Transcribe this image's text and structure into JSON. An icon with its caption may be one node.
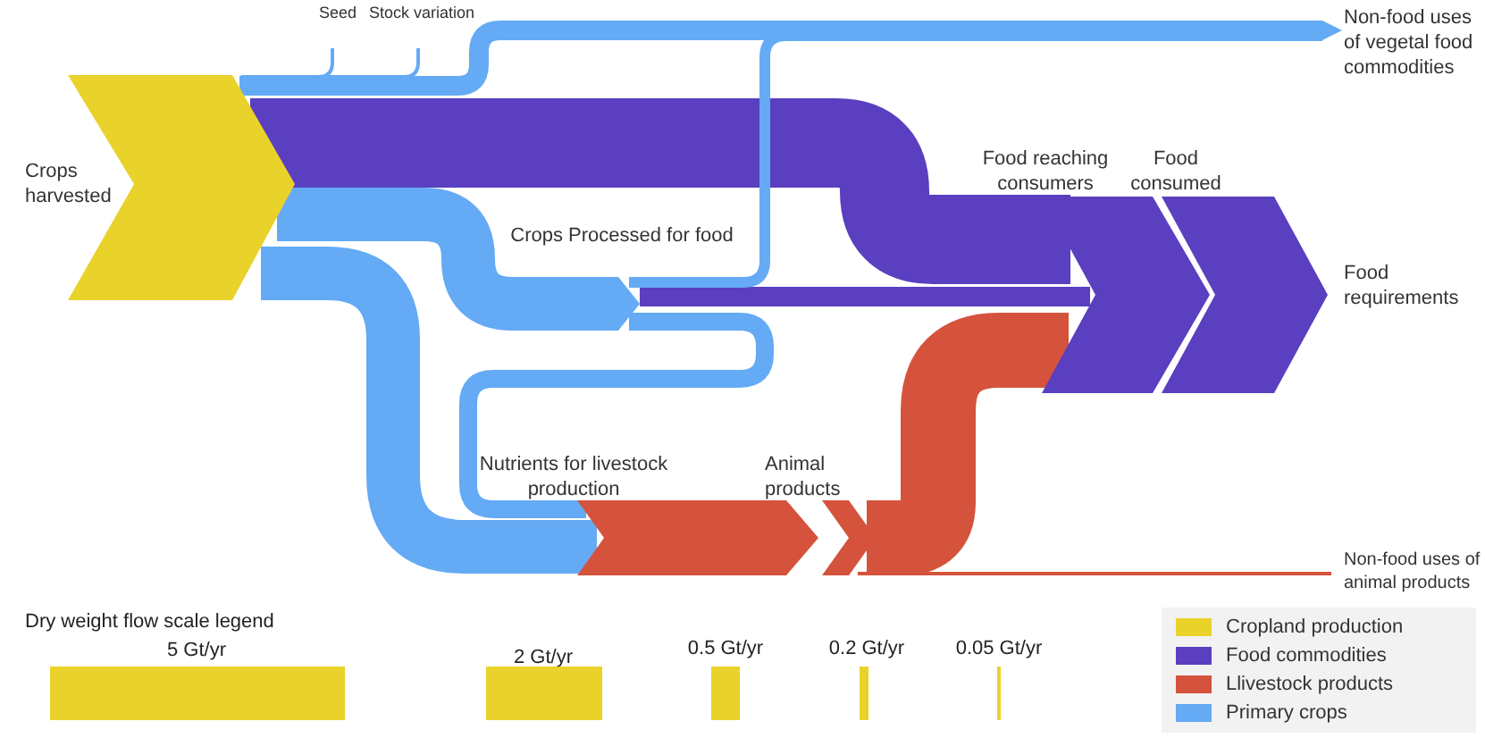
{
  "diagram": {
    "nodes": [
      {
        "text": [
          "Crops harvested"
        ]
      },
      {
        "text": [
          "Seed"
        ]
      },
      {
        "text": [
          "Stock variation"
        ]
      },
      {
        "text": [
          "Non-food uses of vegetal food commodities"
        ]
      },
      {
        "text": [
          "Crops Processed for food"
        ]
      },
      {
        "text": [
          "Food reaching consumers"
        ]
      },
      {
        "text": [
          "Food consumed"
        ]
      },
      {
        "text": [
          "Food requirements"
        ]
      },
      {
        "text": [
          "Nutrients for livestock production"
        ]
      },
      {
        "text": [
          "Animal products"
        ]
      },
      {
        "text": [
          "Non-food uses of animal products"
        ]
      }
    ],
    "edges": [
      {
        "from": 0,
        "to": 1,
        "arrow": "none"
      },
      {
        "from": 0,
        "to": 2,
        "arrow": "none"
      },
      {
        "from": 0,
        "to": 3,
        "arrow": "to"
      },
      {
        "from": 0,
        "to": 5,
        "arrow": "none",
        "style": "thick",
        "color": "#5a3fc0"
      },
      {
        "from": 0,
        "to": 4,
        "arrow": "none",
        "style": "thick"
      },
      {
        "from": 0,
        "to": 8,
        "arrow": "none",
        "style": "thick"
      },
      {
        "from": 4,
        "to": 5,
        "arrow": "none",
        "color": "#5a3fc0"
      },
      {
        "from": 4,
        "to": 3,
        "arrow": "none"
      },
      {
        "from": 4,
        "to": 8,
        "arrow": "none"
      },
      {
        "from": 9,
        "to": 5,
        "arrow": "none",
        "style": "thick",
        "color": "#d5533c"
      },
      {
        "from": 9,
        "to": 10,
        "arrow": "none",
        "color": "#d5533c"
      }
    ],
    "labels": [
      "Dry weight flow scale legend",
      "5 Gt/yr",
      "2 Gt/yr",
      "0.5 Gt/yr",
      "0.2 Gt/yr",
      "0.05 Gt/yr"
    ],
    "legend": [
      {
        "text": "Cropland production",
        "color": "#e9d22a"
      },
      {
        "text": "Food commodities",
        "color": "#5a3fc0"
      },
      {
        "text": "Llivestock products",
        "color": "#d5533c"
      },
      {
        "text": "Primary crops",
        "color": "#64aaf5"
      }
    ]
  }
}
